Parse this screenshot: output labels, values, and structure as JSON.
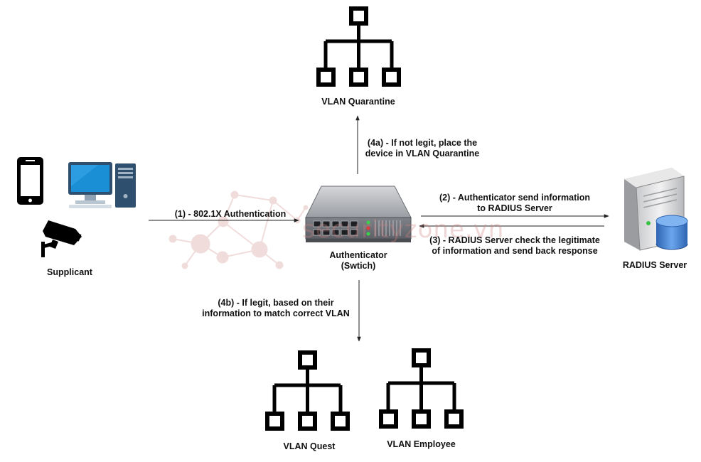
{
  "watermark": {
    "text": "securityzone.vn"
  },
  "nodes": {
    "vlan_quarantine": {
      "label": "VLAN Quarantine"
    },
    "supplicant": {
      "label": "Supplicant"
    },
    "authenticator": {
      "line1": "Authenticator",
      "line2": "(Swtich)"
    },
    "radius_server": {
      "label": "RADIUS Server"
    },
    "vlan_quest": {
      "label": "VLAN Quest"
    },
    "vlan_employee": {
      "label": "VLAN Employee"
    }
  },
  "edges": {
    "e1": {
      "line1": "(1) - 802.1X Authentication"
    },
    "e2": {
      "line1": "(2) - Authenticator send information",
      "line2": "to RADIUS Server"
    },
    "e3": {
      "line1": "(3) - RADIUS Server check the legitimate",
      "line2": "of information and send back response"
    },
    "e4a": {
      "line1": "(4a) - If not legit, place the",
      "line2": "device in VLAN Quarantine"
    },
    "e4b": {
      "line1": "(4b) - If legit, based on their",
      "line2": "information to match correct VLAN"
    }
  },
  "colors": {
    "icon": "#000000",
    "monitor_screen": "#1a8fd6",
    "monitor_frame": "#2f4f6f",
    "switch_body": "#8d9096",
    "server_body": "#d9dadc",
    "database": "#3f7fd0",
    "watermark": "#e3b6b6"
  }
}
